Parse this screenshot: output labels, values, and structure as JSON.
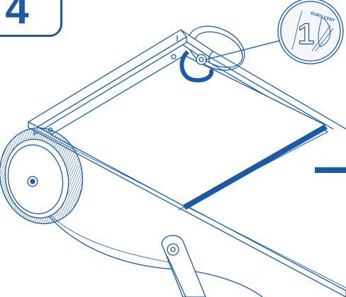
{
  "step": {
    "number": "4"
  },
  "coin": {
    "value": "1",
    "label": "EURO CENT"
  },
  "colors": {
    "line": "#1a5aa6",
    "background": "#ffffff",
    "coin_fill": "#f4f6fa"
  },
  "icons": [
    "rotate-clockwise-arrow-icon",
    "coin-icon",
    "dash-icon"
  ]
}
